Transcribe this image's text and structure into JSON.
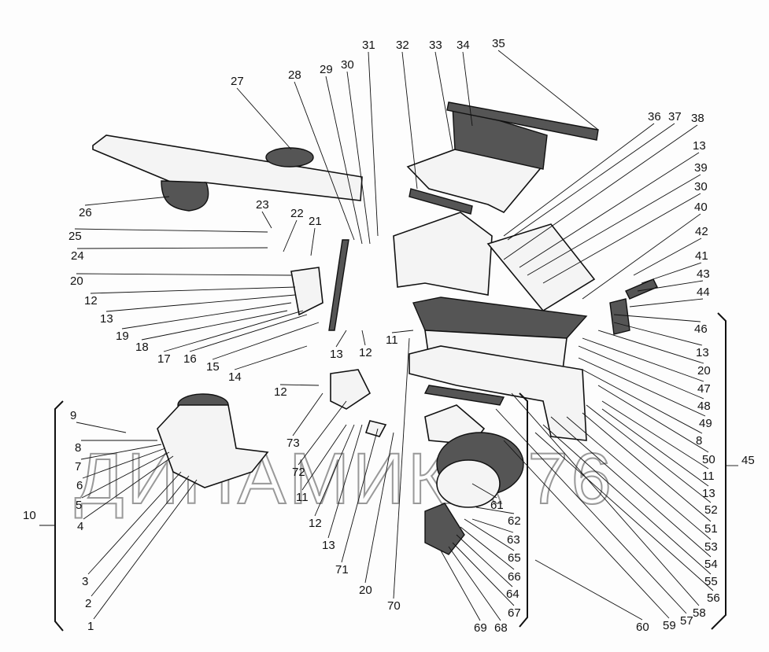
{
  "title": "Heater assembly exploded view",
  "watermark": "ДИНАМИКА 76",
  "callouts": [
    "31",
    "32",
    "33",
    "34",
    "35",
    "27",
    "28",
    "29",
    "30",
    "36",
    "37",
    "38",
    "13",
    "39",
    "30",
    "40",
    "42",
    "41",
    "43",
    "44",
    "46",
    "13",
    "20",
    "47",
    "48",
    "49",
    "8",
    "50",
    "11",
    "13",
    "52",
    "51",
    "53",
    "54",
    "55",
    "56",
    "58",
    "57",
    "59",
    "60",
    "45",
    "26",
    "23",
    "22",
    "21",
    "25",
    "24",
    "20",
    "12",
    "13",
    "19",
    "18",
    "17",
    "16",
    "15",
    "14",
    "13",
    "12",
    "11",
    "12",
    "9",
    "8",
    "7",
    "6",
    "5",
    "4",
    "10",
    "3",
    "2",
    "1",
    "73",
    "72",
    "11",
    "12",
    "13",
    "71",
    "20",
    "70",
    "61",
    "62",
    "63",
    "65",
    "66",
    "64",
    "67",
    "68",
    "69"
  ]
}
